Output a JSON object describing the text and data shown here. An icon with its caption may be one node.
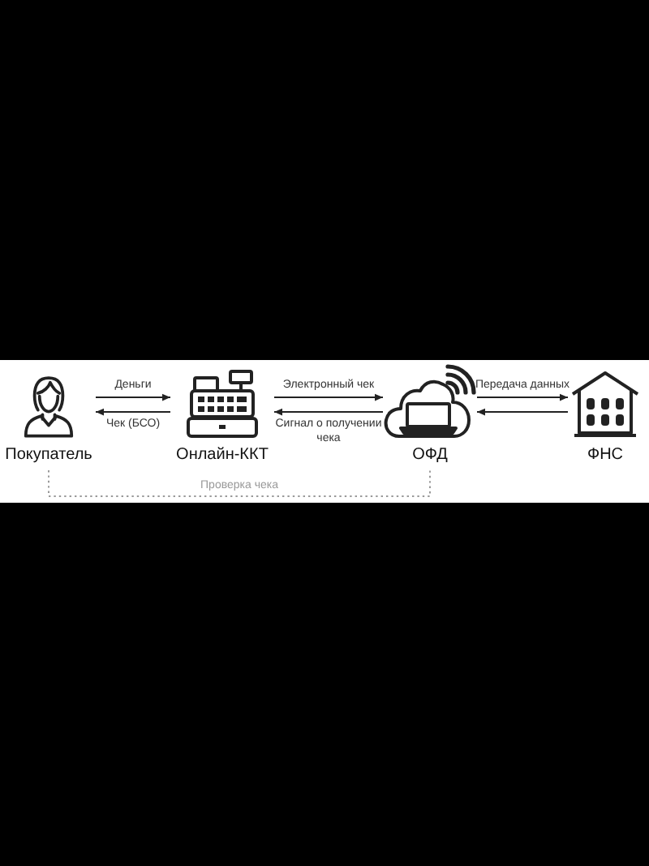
{
  "diagram": {
    "nodes": [
      {
        "text": [
          "Покупатель"
        ]
      },
      {
        "text": [
          "Онлайн-ККТ"
        ]
      },
      {
        "text": [
          "ОФД"
        ]
      },
      {
        "text": [
          "ФНС"
        ]
      }
    ],
    "edges": [
      {
        "from": 0,
        "to": 1,
        "arrow": "to",
        "label": "Деньги"
      },
      {
        "from": 1,
        "to": 0,
        "arrow": "to",
        "label": "Чек (БСО)"
      },
      {
        "from": 1,
        "to": 2,
        "arrow": "to",
        "label": "Электронный чек"
      },
      {
        "from": 2,
        "to": 1,
        "arrow": "to",
        "label": "Сигнал о получении чека"
      },
      {
        "from": 2,
        "to": 3,
        "arrow": "to",
        "label": "Передача данных"
      },
      {
        "from": 3,
        "to": 2,
        "arrow": "to"
      },
      {
        "from": 0,
        "to": 2,
        "arrow": "none",
        "label": "Проверка чека",
        "style": "dashed",
        "color": "#999999"
      }
    ]
  }
}
